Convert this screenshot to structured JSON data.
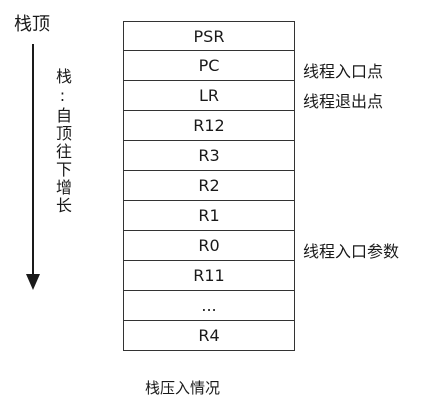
{
  "stack_top_label": "栈顶",
  "direction_label": "栈:自顶往下增长",
  "stack": {
    "cells": [
      "PSR",
      "PC",
      "LR",
      "R12",
      "R3",
      "R2",
      "R1",
      "R0",
      "R11",
      "...",
      "R4"
    ]
  },
  "annotations": {
    "pc_note": "线程入口点",
    "lr_note": "线程退出点",
    "r0_note": "线程入口参数"
  },
  "caption": "栈压入情况"
}
